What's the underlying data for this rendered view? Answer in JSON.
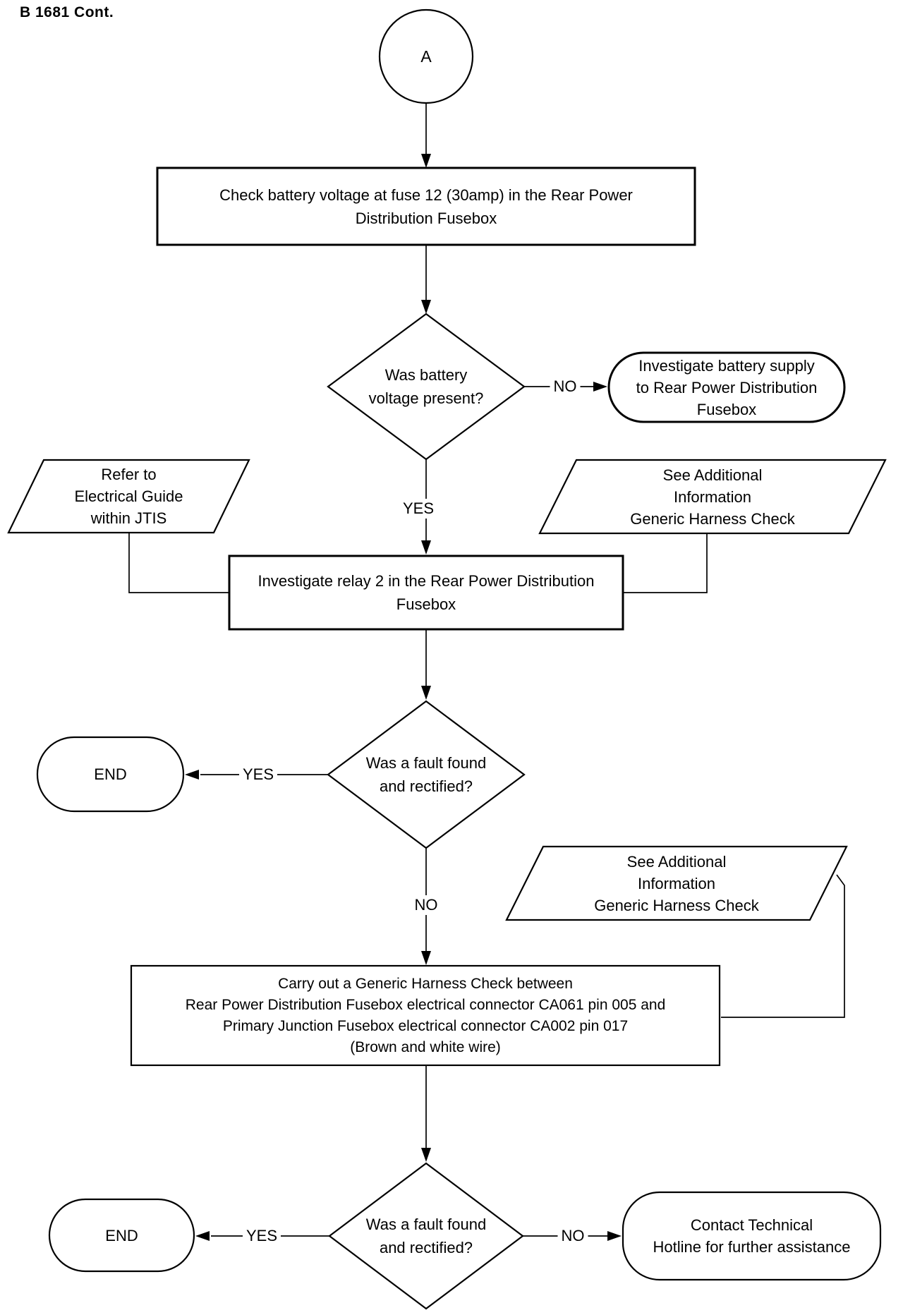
{
  "page": {
    "heading": "B 1681 Cont."
  },
  "connector": {
    "label": "A"
  },
  "nodes": {
    "check_voltage": {
      "lines": [
        "Check battery voltage at fuse 12 (30amp) in the Rear Power",
        "Distribution Fusebox"
      ]
    },
    "voltage_present": {
      "lines": [
        "Was battery",
        "voltage present?"
      ]
    },
    "investigate_supply": {
      "lines": [
        "Investigate battery supply",
        "to Rear Power Distribution",
        "Fusebox"
      ]
    },
    "refer_guide": {
      "lines": [
        "Refer to",
        "Electrical Guide",
        "within JTIS"
      ]
    },
    "see_info_1": {
      "lines": [
        "See Additional",
        "Information",
        "Generic Harness Check"
      ]
    },
    "investigate_relay": {
      "lines": [
        "Investigate relay 2 in the Rear Power Distribution",
        "Fusebox"
      ]
    },
    "fault_rectified_1": {
      "lines": [
        "Was a fault found",
        "and rectified?"
      ]
    },
    "end_1": {
      "label": "END"
    },
    "see_info_2": {
      "lines": [
        "See Additional",
        "Information",
        "Generic Harness Check"
      ]
    },
    "harness_check": {
      "lines": [
        "Carry out a Generic Harness Check between",
        "Rear Power Distribution Fusebox electrical connector CA061 pin 005 and",
        "Primary Junction Fusebox electrical connector CA002 pin 017",
        "(Brown and white wire)"
      ]
    },
    "fault_rectified_2": {
      "lines": [
        "Was a fault found",
        "and rectified?"
      ]
    },
    "end_2": {
      "label": "END"
    },
    "contact_hotline": {
      "lines": [
        "Contact Technical",
        "Hotline for further assistance"
      ]
    }
  },
  "edges": {
    "no_1": "NO",
    "yes_1": "YES",
    "yes_2": "YES",
    "no_2": "NO",
    "yes_3": "YES",
    "no_3": "NO"
  },
  "colors": {
    "stroke": "#000000",
    "background": "#ffffff",
    "text": "#000000"
  }
}
